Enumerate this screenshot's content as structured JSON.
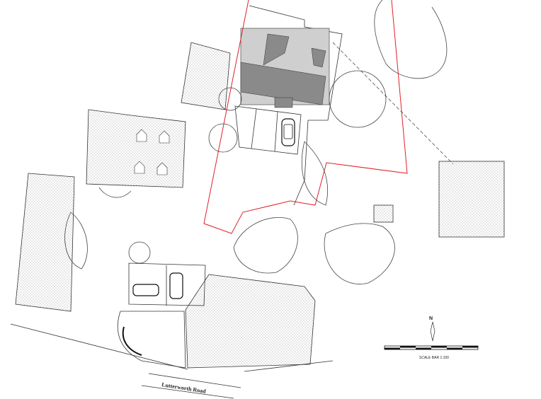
{
  "drawing": {
    "road_name": "Lutterworth Road",
    "scale_bar_label": "SCALE BAR 1:100",
    "north_label": "N",
    "colors": {
      "boundary": "#e0202a",
      "roof_light": "#cfcfcf",
      "roof_dark": "#8a8a8a",
      "linework": "#333333"
    }
  }
}
